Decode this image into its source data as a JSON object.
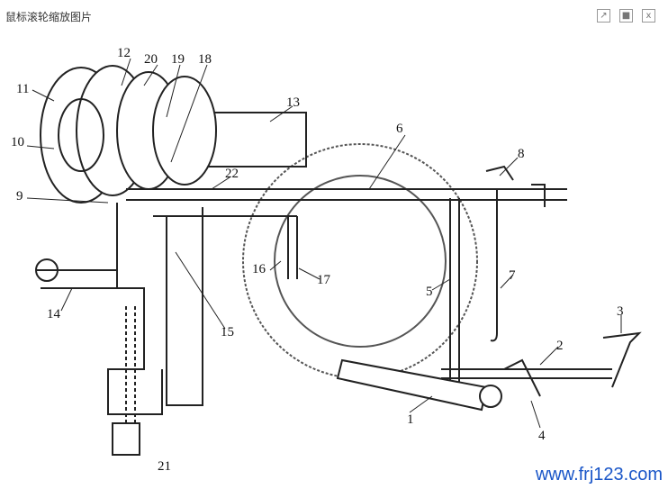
{
  "window": {
    "title": "鼠标滚轮缩放图片",
    "controls": [
      {
        "name": "open-external",
        "glyph": "↗"
      },
      {
        "name": "maximize",
        "glyph": "■"
      },
      {
        "name": "close",
        "glyph": "x"
      }
    ]
  },
  "drawing": {
    "labels": [
      "1",
      "2",
      "3",
      "4",
      "5",
      "6",
      "7",
      "8",
      "9",
      "10",
      "11",
      "12",
      "13",
      "14",
      "15",
      "16",
      "17",
      "18",
      "19",
      "20",
      "21",
      "22"
    ]
  },
  "watermark": "www.frj123.com"
}
